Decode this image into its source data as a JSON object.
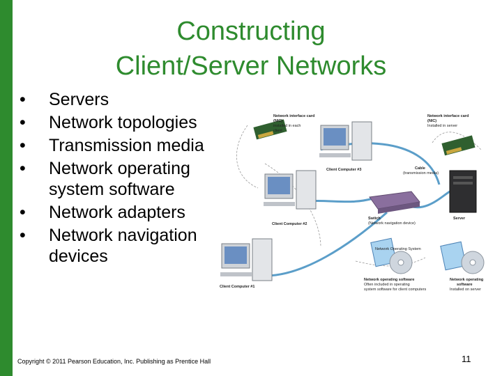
{
  "title": {
    "line1": "Constructing",
    "line2": "Client/Server Networks"
  },
  "bullets": [
    "Servers",
    "Network topologies",
    "Transmission media",
    "Network operating system software",
    "Network adapters",
    "Network navigation devices"
  ],
  "diagram": {
    "nic_client": {
      "title": "Network interface card",
      "abbr": "(NIC)",
      "note1": "installed in each",
      "note2": "client"
    },
    "nic_server": {
      "title": "Network interface card",
      "abbr": "(NIC)",
      "note": "Installed in server"
    },
    "client3": "Client Computer #3",
    "client2": "Client Computer #2",
    "client1": "Client Computer #1",
    "cable": {
      "title": "Cable",
      "sub": "(transmission media)"
    },
    "switch": {
      "title": "Switch",
      "sub": "(Network navigation device)"
    },
    "server": "Server",
    "nos_client": {
      "title": "Network operating software",
      "note1": "Often included in operating",
      "note2": "system software for client computers"
    },
    "nos_server": {
      "title": "Network operating",
      "title2": "software",
      "note": "Installed on server"
    },
    "box_label": "Network Operating System"
  },
  "footer": "Copyright © 2011 Pearson Education, Inc. Publishing as Prentice Hall",
  "page_number": "11",
  "colors": {
    "accent": "#2e8b2e",
    "cable": "#5b9ec9"
  }
}
